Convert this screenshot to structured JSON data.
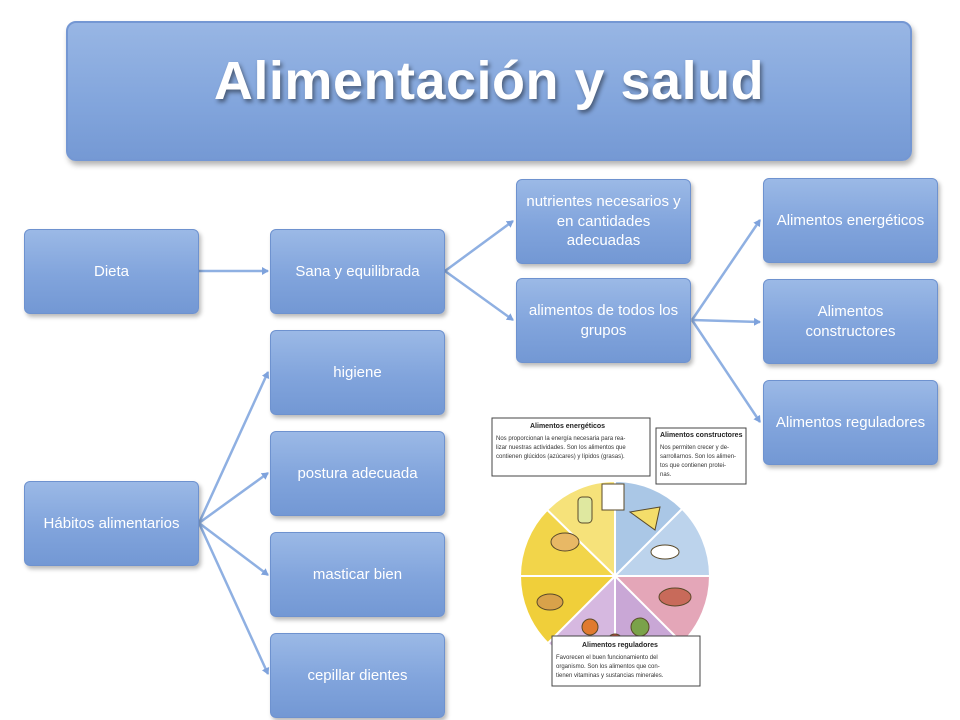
{
  "title": "Alimentación y salud",
  "nodes": {
    "dieta": "Dieta",
    "sana": "Sana y equilibrada",
    "nutrientes": "nutrientes necesarios y en cantidades adecuadas",
    "grupos": "alimentos de todos los grupos",
    "energeticos": "Alimentos energéticos",
    "constructores": "Alimentos constructores",
    "reguladores": "Alimentos reguladores",
    "habitos": "Hábitos alimentarios",
    "higiene": "higiene",
    "postura": "postura adecuada",
    "masticar": "masticar bien",
    "cepillar": "cepillar dientes"
  },
  "food_wheel": {
    "energeticos_title": "Alimentos energéticos",
    "energeticos_text": "Nos proporcionan la energía necesaria para realizar nuestras actividades. Son los alimentos que contienen glúcidos (azúcares) y lípidos (grasas).",
    "constructores_title": "Alimentos constructores",
    "constructores_text": "Nos permiten crecer y desarrollarnos. Son los alimentos que contienen proteínas.",
    "reguladores_title": "Alimentos reguladores",
    "reguladores_text": "Favorecen el buen funcionamiento del organismo. Son los alimentos que contienen vitaminas y sustancias minerales."
  },
  "colors": {
    "node_fill": "#81a4dc",
    "connector": "#8fb0e2",
    "wheel_yellow": "#f2d54a",
    "wheel_violet": "#c9a7d6",
    "wheel_blue": "#aac7e6",
    "wheel_pink": "#e4a6b8"
  }
}
